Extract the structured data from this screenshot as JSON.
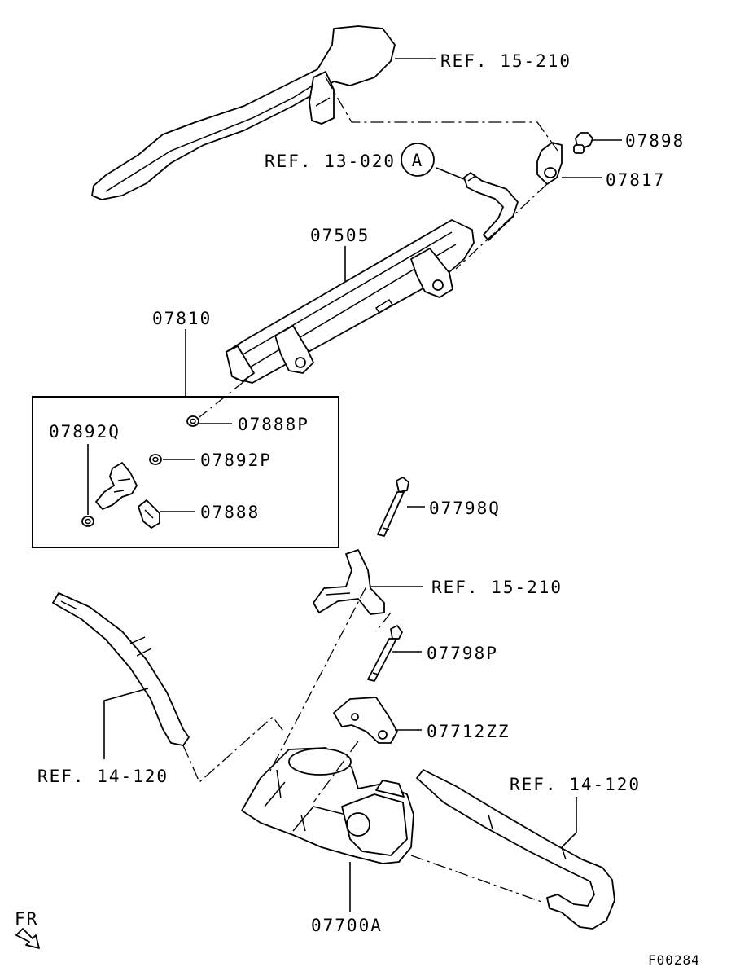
{
  "labels": {
    "ref_15_210_top": "REF. 15-210",
    "p07898": "07898",
    "ref_13_020": "REF. 13-020",
    "circle_a": "A",
    "p07817": "07817",
    "p07505": "07505",
    "p07810": "07810",
    "p07892q": "07892Q",
    "p07888p": "07888P",
    "p07892p": "07892P",
    "p07888": "07888",
    "p07798q": "07798Q",
    "ref_15_210_mid": "REF. 15-210",
    "p07798p": "07798P",
    "p07712zz": "07712ZZ",
    "ref_14_120_left": "REF. 14-120",
    "ref_14_120_right": "REF. 14-120",
    "p07700a": "07700A",
    "fr": "FR",
    "figure_code": "F00284"
  }
}
